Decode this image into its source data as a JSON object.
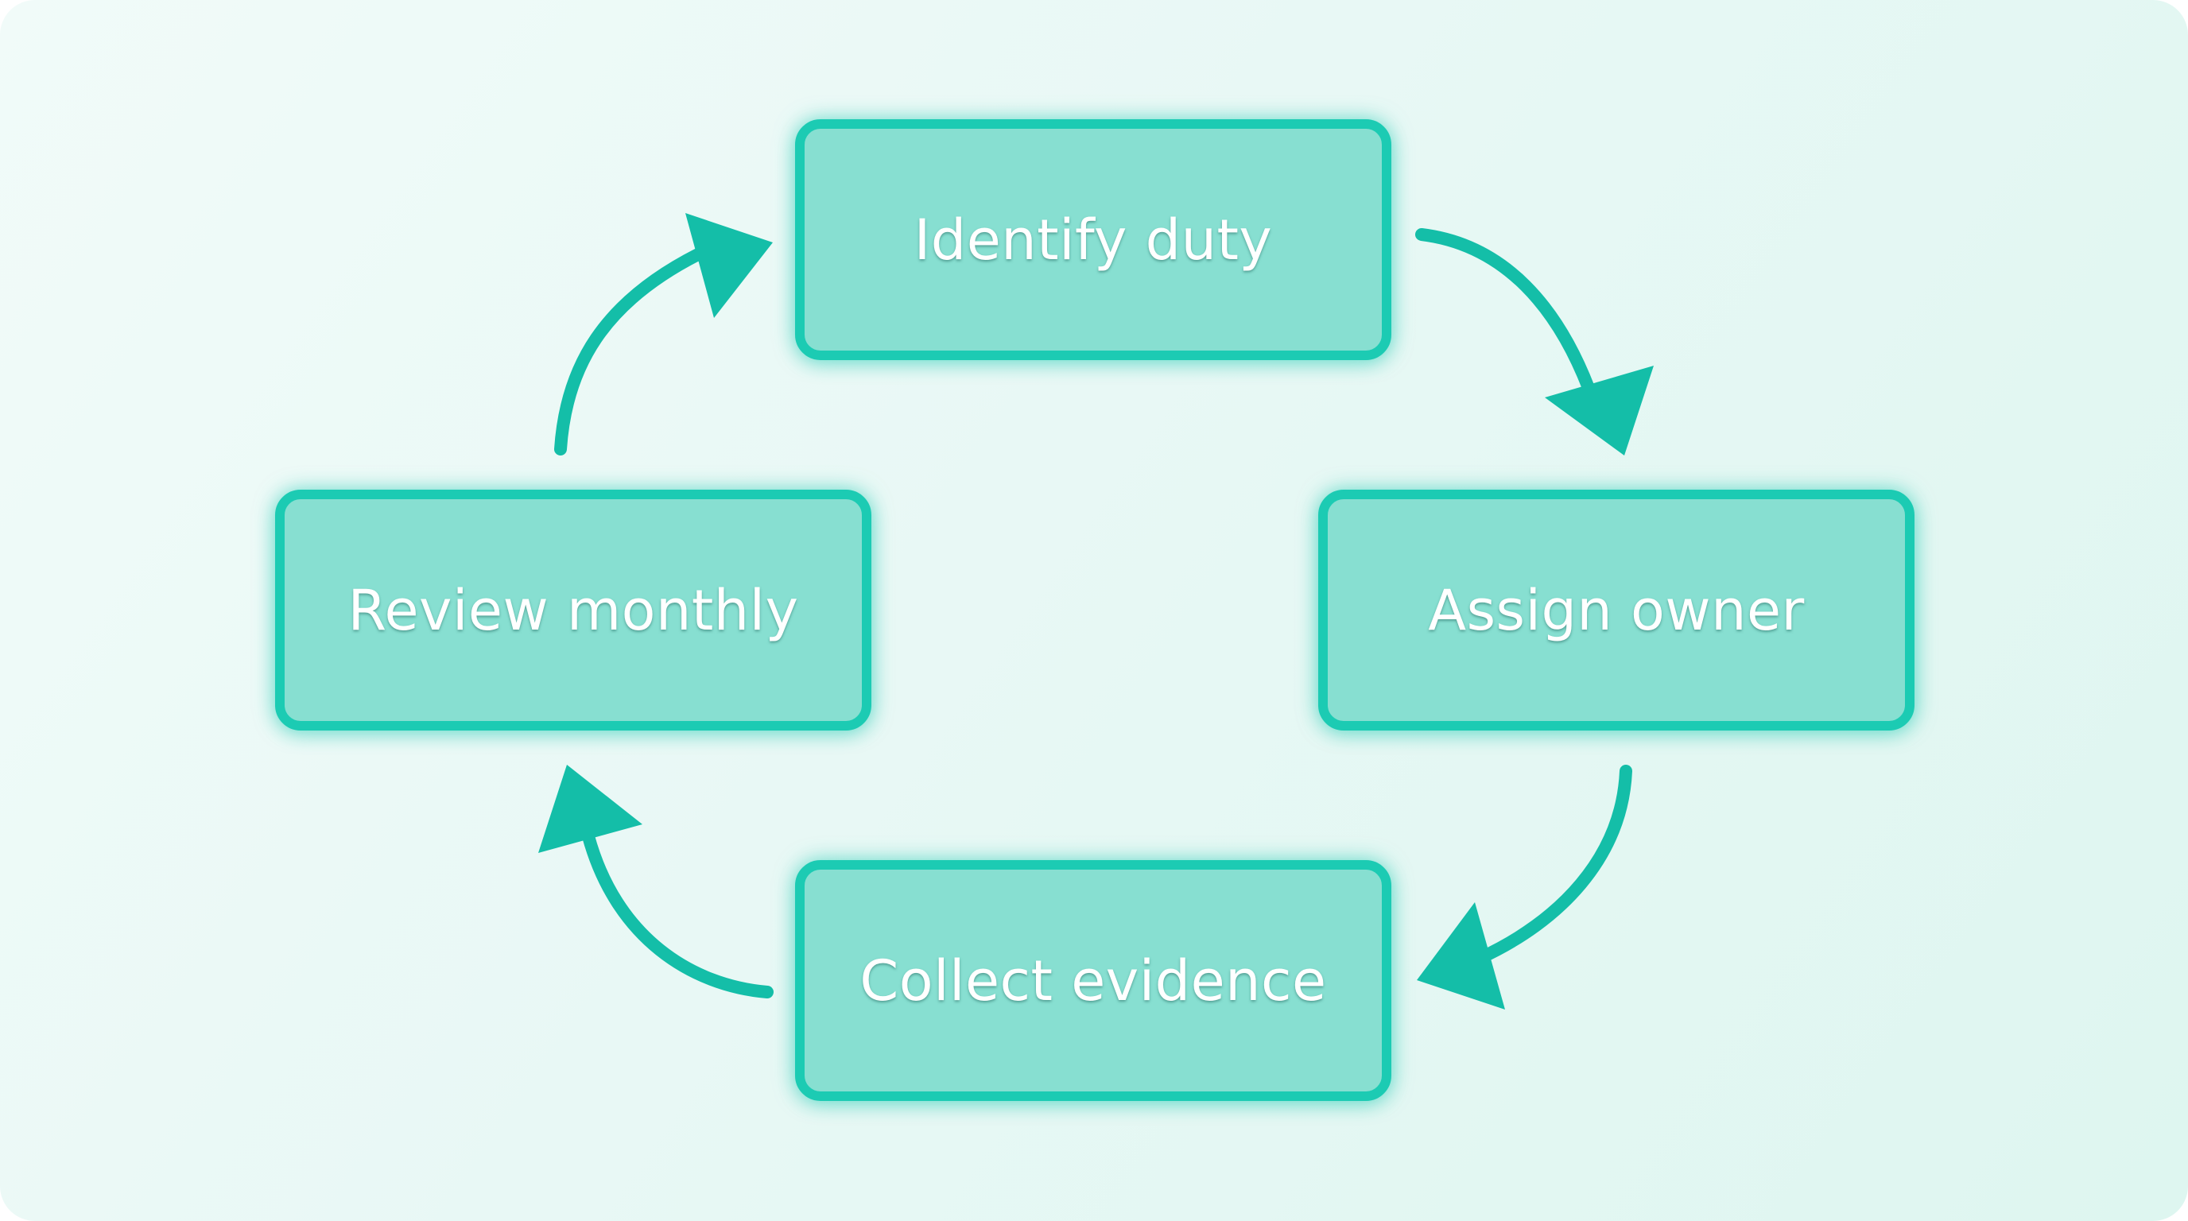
{
  "diagram": {
    "type": "cycle",
    "accent_color": "#1ccbb3",
    "box_fill_color": "#87dfd1",
    "arrow_color": "#14bea8",
    "steps": [
      {
        "id": "identify",
        "label": "Identify duty"
      },
      {
        "id": "assign",
        "label": "Assign owner"
      },
      {
        "id": "collect",
        "label": "Collect evidence"
      },
      {
        "id": "review",
        "label": "Review monthly"
      }
    ],
    "flow": [
      {
        "from": "identify",
        "to": "assign"
      },
      {
        "from": "assign",
        "to": "collect"
      },
      {
        "from": "collect",
        "to": "review"
      },
      {
        "from": "review",
        "to": "identify"
      }
    ]
  }
}
